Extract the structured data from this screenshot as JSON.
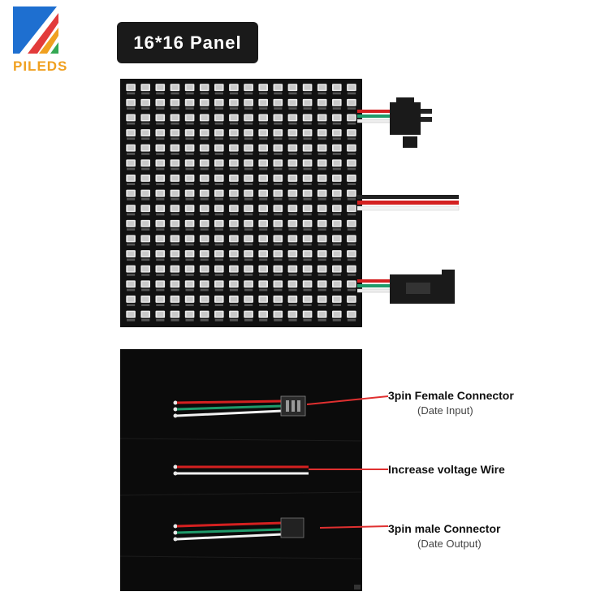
{
  "brand": {
    "name": "PILEDS"
  },
  "badge": {
    "title": "16*16 Panel"
  },
  "panel": {
    "rows": 16,
    "cols": 16
  },
  "callouts": {
    "female": {
      "label": "3pin Female Connector",
      "sub": "(Date Input)"
    },
    "voltage": {
      "label": "Increase voltage Wire"
    },
    "male": {
      "label": "3pin male Connector",
      "sub": "(Date Output)"
    }
  },
  "colors": {
    "red_wire": "#d42020",
    "green_wire": "#1f9a6a",
    "white_wire": "#eeeeee",
    "callout_line": "#e03030",
    "logo_accent": "#f0a020"
  }
}
